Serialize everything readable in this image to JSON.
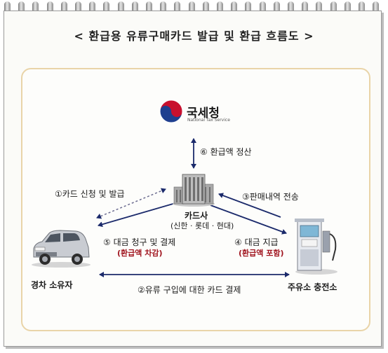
{
  "title": "< 환급용 유류구매카드 발급 및 환급 흐름도 >",
  "nodes": {
    "nts": {
      "label": "국세청",
      "sub": "National Tax Service",
      "icon": "taegeuk-logo-icon"
    },
    "card_company": {
      "label": "카드사",
      "sub": "(신한 · 롯데 · 현대)",
      "icon": "office-building-icon"
    },
    "car_owner": {
      "label": "경차 소유자",
      "icon": "compact-car-icon"
    },
    "gas_station": {
      "label": "주유소 충전소",
      "icon": "fuel-pump-icon"
    }
  },
  "flows": {
    "f1": "①카드 신청 및 발급",
    "f2": "②유류 구입에 대한 카드 결제",
    "f3": "③판매내역 전송",
    "f4": "④ 대금 지급",
    "f4_note": "(환급액 포함)",
    "f5": "⑤ 대금 청구 및 결제",
    "f5_note": "(환급액 차감)",
    "f6": "⑥ 환급액 정산"
  },
  "colors": {
    "arrow": "#1b2a6b",
    "note_red": "#a0141e",
    "panel_border": "#e9d4a8",
    "nts_red": "#c8102e",
    "nts_blue": "#1f3f8f"
  }
}
